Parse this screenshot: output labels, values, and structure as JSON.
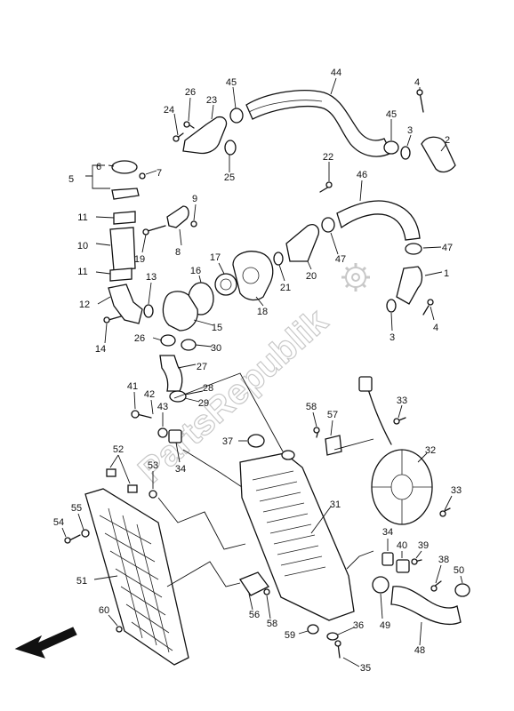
{
  "watermark": "PartsRepublik",
  "callouts": [
    {
      "id": "1",
      "label": "1"
    },
    {
      "id": "2",
      "label": "2"
    },
    {
      "id": "3a",
      "label": "3"
    },
    {
      "id": "3b",
      "label": "3"
    },
    {
      "id": "4a",
      "label": "4"
    },
    {
      "id": "4b",
      "label": "4"
    },
    {
      "id": "5",
      "label": "5"
    },
    {
      "id": "6",
      "label": "6"
    },
    {
      "id": "7",
      "label": "7"
    },
    {
      "id": "8",
      "label": "8"
    },
    {
      "id": "9",
      "label": "9"
    },
    {
      "id": "10",
      "label": "10"
    },
    {
      "id": "11a",
      "label": "11"
    },
    {
      "id": "11b",
      "label": "11"
    },
    {
      "id": "12",
      "label": "12"
    },
    {
      "id": "13",
      "label": "13"
    },
    {
      "id": "14",
      "label": "14"
    },
    {
      "id": "15",
      "label": "15"
    },
    {
      "id": "16",
      "label": "16"
    },
    {
      "id": "17",
      "label": "17"
    },
    {
      "id": "18",
      "label": "18"
    },
    {
      "id": "19",
      "label": "19"
    },
    {
      "id": "20",
      "label": "20"
    },
    {
      "id": "21",
      "label": "21"
    },
    {
      "id": "22",
      "label": "22"
    },
    {
      "id": "23",
      "label": "23"
    },
    {
      "id": "24",
      "label": "24"
    },
    {
      "id": "25",
      "label": "25"
    },
    {
      "id": "26a",
      "label": "26"
    },
    {
      "id": "26b",
      "label": "26"
    },
    {
      "id": "27",
      "label": "27"
    },
    {
      "id": "28",
      "label": "28"
    },
    {
      "id": "29",
      "label": "29"
    },
    {
      "id": "30",
      "label": "30"
    },
    {
      "id": "31",
      "label": "31"
    },
    {
      "id": "32",
      "label": "32"
    },
    {
      "id": "33a",
      "label": "33"
    },
    {
      "id": "33b",
      "label": "33"
    },
    {
      "id": "34a",
      "label": "34"
    },
    {
      "id": "34b",
      "label": "34"
    },
    {
      "id": "35",
      "label": "35"
    },
    {
      "id": "36",
      "label": "36"
    },
    {
      "id": "37",
      "label": "37"
    },
    {
      "id": "38",
      "label": "38"
    },
    {
      "id": "39",
      "label": "39"
    },
    {
      "id": "40",
      "label": "40"
    },
    {
      "id": "41",
      "label": "41"
    },
    {
      "id": "42",
      "label": "42"
    },
    {
      "id": "43",
      "label": "43"
    },
    {
      "id": "44",
      "label": "44"
    },
    {
      "id": "45a",
      "label": "45"
    },
    {
      "id": "45b",
      "label": "45"
    },
    {
      "id": "46",
      "label": "46"
    },
    {
      "id": "47a",
      "label": "47"
    },
    {
      "id": "47b",
      "label": "47"
    },
    {
      "id": "48",
      "label": "48"
    },
    {
      "id": "49",
      "label": "49"
    },
    {
      "id": "50",
      "label": "50"
    },
    {
      "id": "51",
      "label": "51"
    },
    {
      "id": "52",
      "label": "52"
    },
    {
      "id": "53",
      "label": "53"
    },
    {
      "id": "54",
      "label": "54"
    },
    {
      "id": "55",
      "label": "55"
    },
    {
      "id": "56",
      "label": "56"
    },
    {
      "id": "57",
      "label": "57"
    },
    {
      "id": "58a",
      "label": "58"
    },
    {
      "id": "58b",
      "label": "58"
    },
    {
      "id": "59",
      "label": "59"
    },
    {
      "id": "60",
      "label": "60"
    }
  ]
}
